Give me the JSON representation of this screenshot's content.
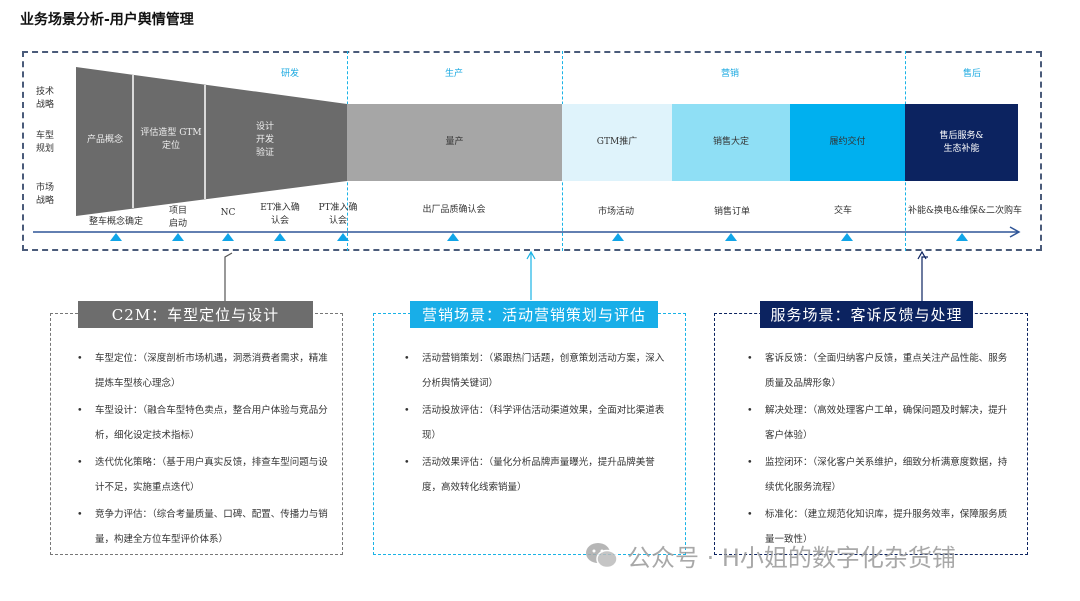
{
  "title": "业务场景分析-用户舆情管理",
  "phases": [
    "研发",
    "生产",
    "营销",
    "售后"
  ],
  "row_labels": [
    "技术战略",
    "车型规划",
    "市场战略"
  ],
  "funnel_stages": [
    "产品概念",
    "评估造型 GTM定位",
    "设计开发验证"
  ],
  "bars": [
    {
      "label": "量产",
      "color": "#a6a6a6",
      "text_color": "#333333"
    },
    {
      "label": "GTM推广",
      "color": "#dff3fb",
      "text_color": "#333333"
    },
    {
      "label": "销售大定",
      "color": "#8fdff5",
      "text_color": "#333333"
    },
    {
      "label": "履约交付",
      "color": "#00b0ef",
      "text_color": "#333333"
    },
    {
      "label": "售后服务& 生态补能",
      "color": "#0c2360",
      "text_color": "#ffffff"
    }
  ],
  "milestones": [
    "整车概念确定",
    "项目启动",
    "NC",
    "ET准入确认会",
    "PT准入确认会",
    "出厂品质确认会",
    "市场活动",
    "销售订单",
    "交车",
    "补能&换电&维保&二次购车"
  ],
  "scenarios": [
    {
      "title": "C2M：车型定位与设计",
      "color": "#6d6d6d",
      "items": [
        "车型定位：（深度剖析市场机遇，洞悉消费者需求，精准提炼车型核心理念）",
        "车型设计：（融合车型特色卖点，整合用户体验与竞品分析，细化设定技术指标）",
        "迭代优化策略：（基于用户真实反馈，排查车型问题与设计不足，实施重点迭代）",
        "竞争力评估：（综合考量质量、口碑、配置、传播力与销量，构建全方位车型评价体系）"
      ]
    },
    {
      "title": "营销场景：活动营销策划与评估",
      "color": "#18aee8",
      "items": [
        "活动营销策划：（紧跟热门话题，创意策划活动方案，深入分析舆情关键词）",
        "活动投放评估：（科学评估活动渠道效果，全面对比渠道表现）",
        "活动效果评估：（量化分析品牌声量曝光，提升品牌美誉度，高效转化线索销量）"
      ]
    },
    {
      "title": "服务场景：客诉反馈与处理",
      "color": "#0c2360",
      "items": [
        "客诉反馈：（全面归纳客户反馈，重点关注产品性能、服务质量及品牌形象）",
        "解决处理：（高效处理客户工单，确保问题及时解决，提升客户体验）",
        "监控闭环：（深化客户关系维护，细致分析满意度数据，持续优化服务流程）",
        "标准化：（建立规范化知识库，提升服务效率，保障服务质量一致性）"
      ]
    }
  ],
  "watermark": "公众号 · H小姐的数字化杂货铺"
}
